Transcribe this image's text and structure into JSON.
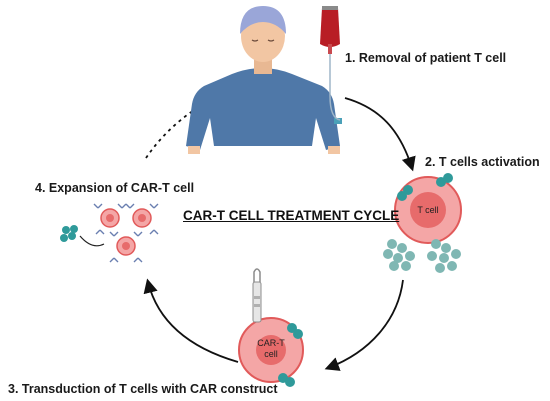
{
  "diagram": {
    "title": "CAR-T CELL TREATMENT CYCLE",
    "steps": [
      {
        "label": "1. Removal of patient T cell"
      },
      {
        "label": "2. T cells activation"
      },
      {
        "label": "3. Transduction of T cells with CAR construct"
      },
      {
        "label": "4. Expansion of CAR-T cell"
      }
    ],
    "cell_labels": {
      "t_cell": "T cell",
      "car_t_line1": "CAR-T",
      "car_t_line2": "cell"
    },
    "colors": {
      "cell_outer": "#f4a6a6",
      "cell_inner": "#e76b6b",
      "cell_rim": "#e15a5a",
      "teal": "#2f9a9a",
      "teal_light": "#7fb7b3",
      "skin": "#f2c6a3",
      "shirt": "#4f78a8",
      "cap": "#9aa6d8",
      "blood": "#b81d25",
      "receptor": "#6a7fb0"
    }
  }
}
